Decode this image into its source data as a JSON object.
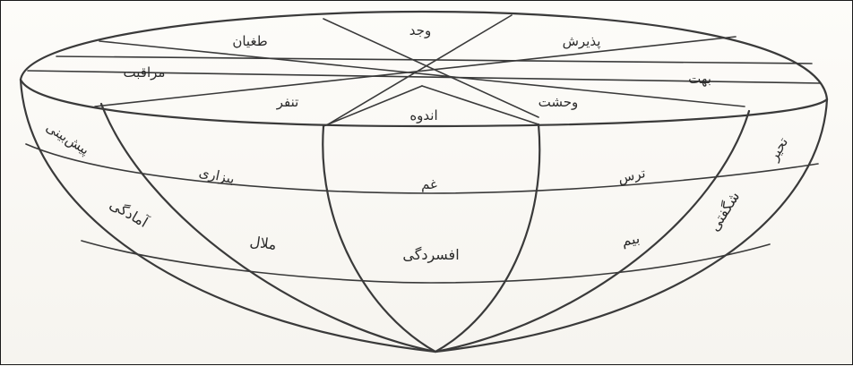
{
  "labels": {
    "top": {
      "wajd": "وجد",
      "toghyan": "طغیان",
      "pazirish": "پذیرش",
      "moraghebat": "مراقبت",
      "boht": "بهت",
      "tanaffor": "تنفر",
      "vahshat": "وحشت",
      "andoh": "اندوه"
    },
    "middle": {
      "pishbini": "پیش‌بینی",
      "bizari": "بیزاری",
      "gham": "غم",
      "tarsi": "ترس",
      "tahayyor": "تحیر"
    },
    "bottom": {
      "amadegi": "آمادگی",
      "malal": "ملال",
      "afsordegi": "افسردگی",
      "bim": "بیم",
      "shegefti": "شگفتی"
    }
  }
}
